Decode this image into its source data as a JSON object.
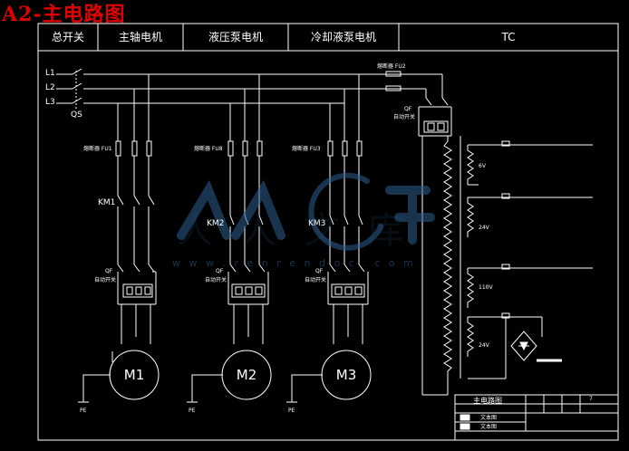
{
  "page_title": "A2-主电路图",
  "header": [
    "总开关",
    "主轴电机",
    "液压泵电机",
    "冷却液泵电机",
    "TC"
  ],
  "lines": [
    "L1",
    "L2",
    "L3"
  ],
  "main_switch": "QS",
  "fuse_label": "熔断器 FU1",
  "fuse_label_2": "熔断器 FU8",
  "fuse_label_3": "熔断器 FU3",
  "tc_fuse_label": "熔断器 FU2",
  "contactors": [
    "KM1",
    "KM2",
    "KM3"
  ],
  "breaker": "QF",
  "breaker_note": "自动开关",
  "motors": [
    "M1",
    "M2",
    "M3"
  ],
  "pe": "PE",
  "transformer_taps": [
    "6V",
    "24V",
    "110V",
    "24V"
  ],
  "watermark": {
    "brand": "人人文库",
    "url": "w w w . r e n r e n d o c . c o m"
  },
  "title_block": {
    "title": "主电路图",
    "rows": [
      "文本图",
      "文本图"
    ],
    "sheet": "7"
  }
}
